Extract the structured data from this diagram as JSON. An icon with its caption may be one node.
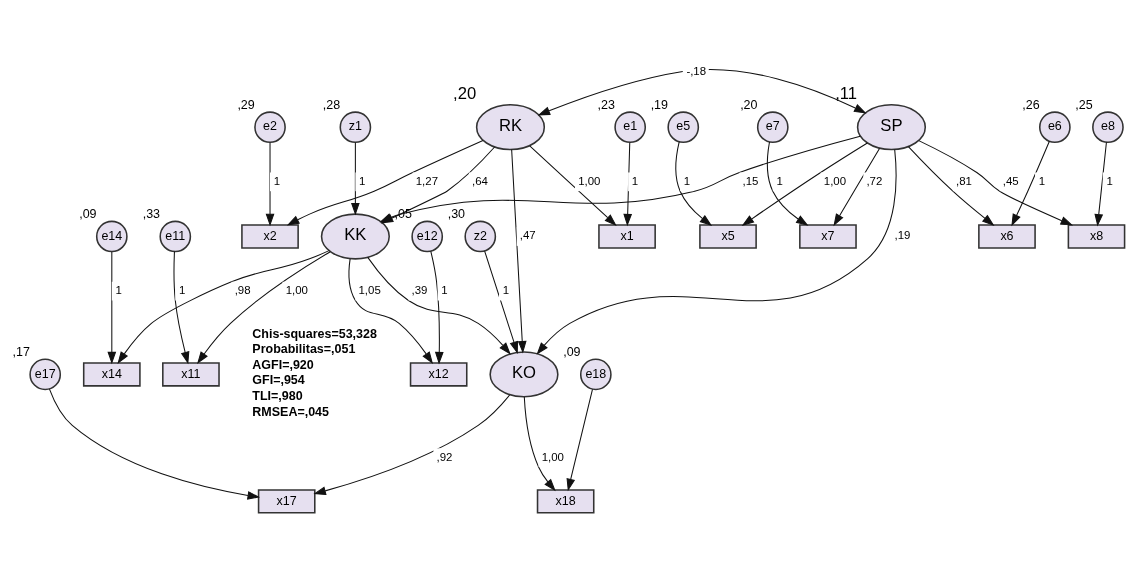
{
  "diagram": {
    "nodes": [
      {
        "text": [
          "e2"
        ],
        "beside": [
          ",29"
        ]
      },
      {
        "text": [
          "x2"
        ]
      },
      {
        "text": [
          "RK"
        ],
        "beside": [
          ",20"
        ]
      },
      {
        "text": [
          "e1"
        ],
        "beside": [
          ",23"
        ]
      },
      {
        "text": [
          "x1"
        ]
      },
      {
        "text": [
          "e11"
        ],
        "beside": [
          ",33"
        ]
      },
      {
        "text": [
          "e12"
        ],
        "beside": [
          ",05"
        ]
      },
      {
        "text": [
          "e14"
        ],
        "beside": [
          ",09"
        ]
      },
      {
        "text": [
          "x11"
        ]
      },
      {
        "text": [
          "x12"
        ]
      },
      {
        "text": [
          "x14"
        ]
      },
      {
        "text": [
          "SP"
        ],
        "beside": [
          ",11"
        ]
      },
      {
        "text": [
          "x5"
        ]
      },
      {
        "text": [
          "e5"
        ],
        "beside": [
          ",19"
        ]
      },
      {
        "text": [
          "x6"
        ]
      },
      {
        "text": [
          "e6"
        ],
        "beside": [
          ",26"
        ]
      },
      {
        "text": [
          "KK"
        ]
      },
      {
        "text": [
          "x7"
        ]
      },
      {
        "text": [
          "e7"
        ],
        "beside": [
          ",20"
        ]
      },
      {
        "text": [
          "z1"
        ],
        "beside": [
          ",28"
        ]
      },
      {
        "text": [
          "x8"
        ]
      },
      {
        "text": [
          "e8"
        ],
        "beside": [
          ",25"
        ]
      },
      {
        "text": [
          "z2"
        ],
        "beside": [
          ",30"
        ]
      },
      {
        "text": [
          "KO"
        ]
      },
      {
        "text": [
          "x17"
        ]
      },
      {
        "text": [
          "x18"
        ]
      },
      {
        "text": [
          "e17"
        ],
        "beside": [
          ",17"
        ]
      },
      {
        "text": [
          "e18"
        ],
        "beside": [
          ",09"
        ]
      }
    ],
    "edges": [
      {
        "from": 2,
        "to": 11,
        "arrow": "both",
        "label": "-,18"
      },
      {
        "from": 0,
        "to": 1,
        "arrow": "to",
        "label": "1"
      },
      {
        "from": 2,
        "to": 1,
        "arrow": "to",
        "label": "1,27"
      },
      {
        "from": 3,
        "to": 4,
        "arrow": "to",
        "label": "1"
      },
      {
        "from": 2,
        "to": 4,
        "arrow": "to",
        "label": "1,00"
      },
      {
        "from": 5,
        "to": 8,
        "arrow": "to",
        "label": "1"
      },
      {
        "from": 6,
        "to": 9,
        "arrow": "to",
        "label": "1"
      },
      {
        "from": 7,
        "to": 10,
        "arrow": "to",
        "label": "1"
      },
      {
        "from": 16,
        "to": 8,
        "arrow": "to",
        "label": "1,00"
      },
      {
        "from": 16,
        "to": 9,
        "arrow": "to",
        "label": "1,05"
      },
      {
        "from": 16,
        "to": 10,
        "arrow": "to",
        "label": ",98"
      },
      {
        "from": 2,
        "to": 16,
        "arrow": "to",
        "label": ",64"
      },
      {
        "from": 11,
        "to": 16,
        "arrow": "to",
        "label": ",15"
      },
      {
        "from": 11,
        "to": 12,
        "arrow": "to",
        "label": "1,00"
      },
      {
        "from": 13,
        "to": 12,
        "arrow": "to",
        "label": "1"
      },
      {
        "from": 11,
        "to": 14,
        "arrow": "to",
        "label": ",81"
      },
      {
        "from": 15,
        "to": 14,
        "arrow": "to",
        "label": "1"
      },
      {
        "from": 11,
        "to": 17,
        "arrow": "to",
        "label": ",72"
      },
      {
        "from": 18,
        "to": 17,
        "arrow": "to",
        "label": "1"
      },
      {
        "from": 11,
        "to": 20,
        "arrow": "to",
        "label": ",45"
      },
      {
        "from": 21,
        "to": 20,
        "arrow": "to",
        "label": "1"
      },
      {
        "from": 19,
        "to": 16,
        "arrow": "to",
        "label": "1"
      },
      {
        "from": 2,
        "to": 23,
        "arrow": "to",
        "label": ",47"
      },
      {
        "from": 16,
        "to": 23,
        "arrow": "to",
        "label": ",39"
      },
      {
        "from": 11,
        "to": 23,
        "arrow": "to",
        "label": ",19"
      },
      {
        "from": 22,
        "to": 23,
        "arrow": "to",
        "label": "1"
      },
      {
        "from": 23,
        "to": 24,
        "arrow": "to",
        "label": ",92"
      },
      {
        "from": 23,
        "to": 25,
        "arrow": "to",
        "label": "1,00"
      },
      {
        "from": 26,
        "to": 24,
        "arrow": "to"
      },
      {
        "from": 27,
        "to": 25,
        "arrow": "to"
      }
    ],
    "labels": [
      "Chis-squares=53,328",
      "Probabilitas=,051",
      "AGFI=,920",
      "GFI=,954",
      "TLI=,980",
      "RMSEA=,045"
    ]
  }
}
